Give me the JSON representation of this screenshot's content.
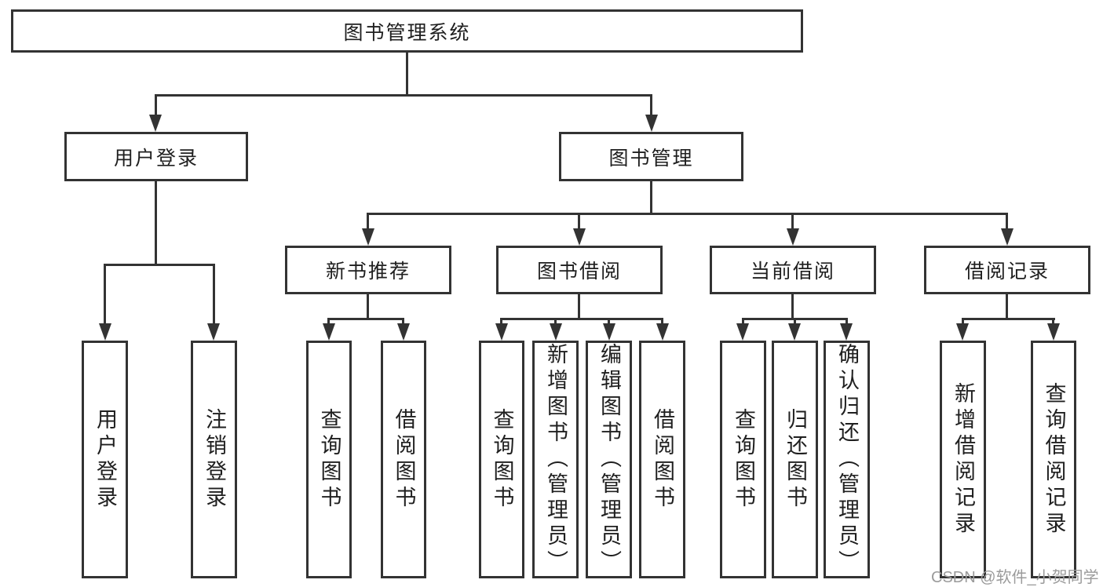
{
  "diagram": {
    "root": "图书管理系统",
    "branches": [
      {
        "label": "用户登录",
        "leaves": [
          "用户登录",
          "注销登录"
        ]
      },
      {
        "label": "图书管理",
        "groups": [
          {
            "label": "新书推荐",
            "leaves": [
              "查询图书",
              "借阅图书"
            ]
          },
          {
            "label": "图书借阅",
            "leaves": [
              "查询图书",
              "新增图书（管理员）",
              "编辑图书（管理员）",
              "借阅图书"
            ]
          },
          {
            "label": "当前借阅",
            "leaves": [
              "查询图书",
              "归还图书",
              "确认归还（管理员）"
            ]
          },
          {
            "label": "借阅记录",
            "leaves": [
              "新增借阅记录",
              "查询借阅记录"
            ]
          }
        ]
      }
    ]
  },
  "watermark": "CSDN @软件_小贺同学",
  "colors": {
    "line": "#333333",
    "text": "#1f1f1f",
    "watermark": "#9b9b9b",
    "background": "#ffffff"
  }
}
